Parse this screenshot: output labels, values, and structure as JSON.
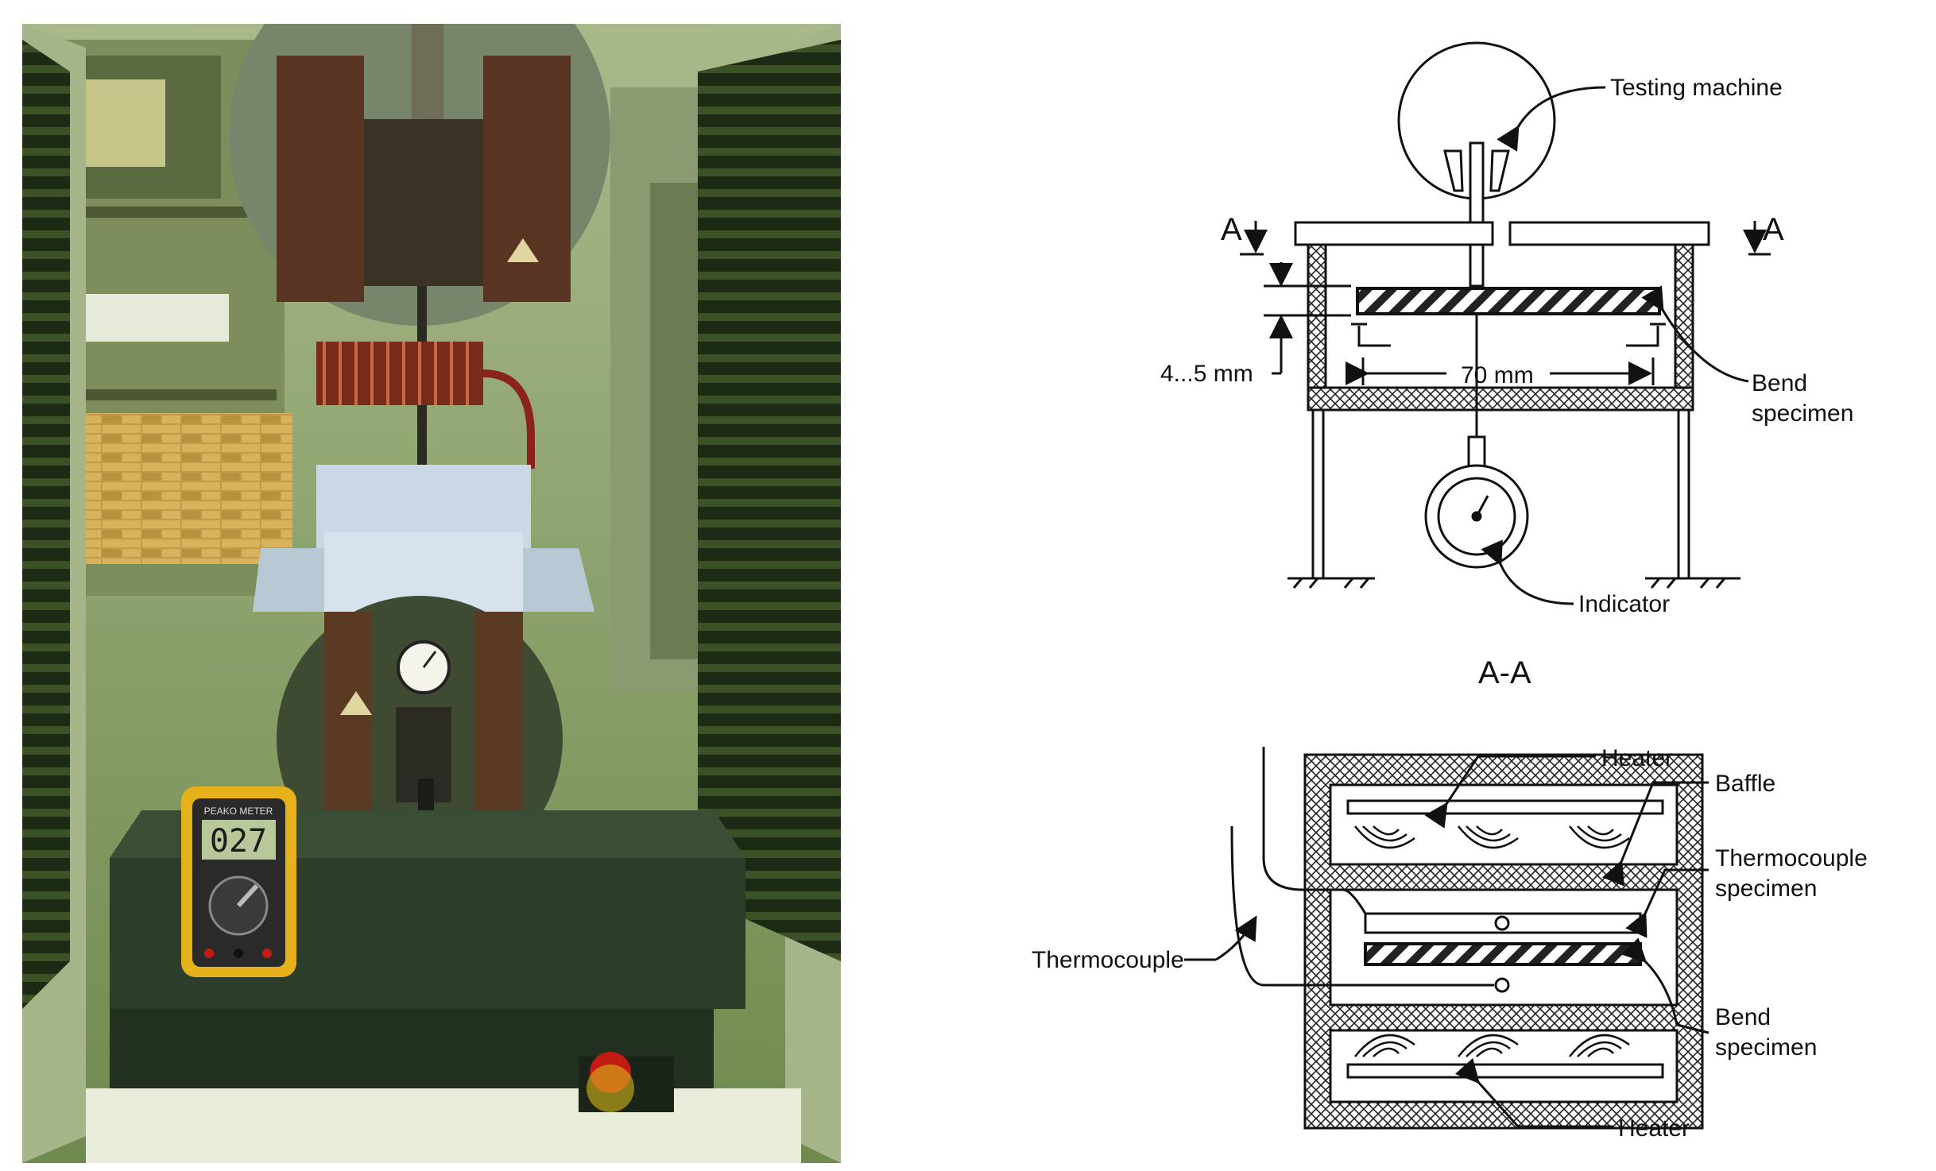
{
  "photo": {
    "multimeter_reading": "027",
    "multimeter_brand": "PEAKO METER"
  },
  "diagram": {
    "labels": {
      "testing_machine": "Testing machine",
      "section_mark": "A",
      "gap": "4...5 mm",
      "span": "70 mm",
      "bend_specimen_line1": "Bend",
      "bend_specimen_line2": "specimen",
      "indicator": "Indicator",
      "section_title": "A-A",
      "heater_top": "Heater",
      "baffle": "Baffle",
      "thermo_specimen_line1": "Thermocouple",
      "thermo_specimen_line2": "specimen",
      "thermocouple": "Thermocouple",
      "bend_specimen2_line1": "Bend",
      "bend_specimen2_line2": "specimen",
      "heater_bottom": "Heater"
    }
  },
  "colors": {
    "photo_green": "#5c7a3a",
    "machine_dark": "#2f3a26",
    "line": "#111111"
  }
}
